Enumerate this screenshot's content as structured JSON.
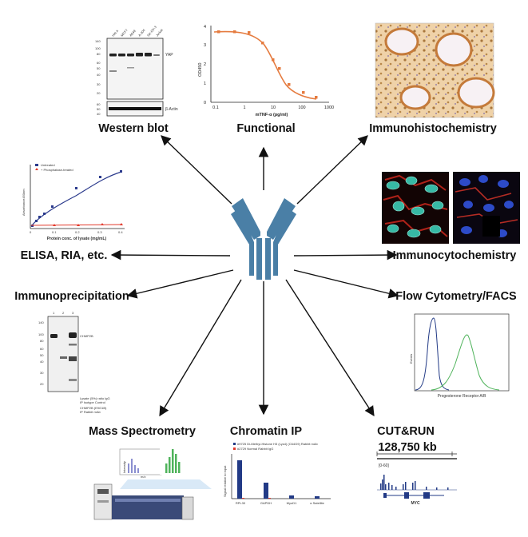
{
  "labels": {
    "western_blot": "Western blot",
    "functional": "Functional",
    "immunohistochemistry": "Immunohistochemistry",
    "elisa": "ELISA, RIA, etc.",
    "immunocytochemistry": "Immunocytochemistry",
    "immunoprecipitation": "Immunoprecipitation",
    "flow_cytometry": "Flow Cytometry/FACS",
    "mass_spectrometry": "Mass Spectrometry",
    "chromatin_ip": "Chromatin IP",
    "cut_run": "CUT&RUN"
  },
  "western": {
    "lanes": [
      "HeLa",
      "MCF7",
      "A549",
      "A-204",
      "SK-OV-3",
      "Jurkat"
    ],
    "mw": [
      "140",
      "100",
      "80",
      "60",
      "50",
      "40",
      "30",
      "20"
    ],
    "mw2": [
      "60",
      "50",
      "40"
    ],
    "band_label": "YAP",
    "band_label2": "β-Actin"
  },
  "functional": {
    "xlabel": "mTNF-α (pg/ml)",
    "ylabel": "OD450",
    "yticks": [
      "0",
      "1",
      "2",
      "3",
      "4"
    ],
    "xticks": [
      "0.1",
      "1",
      "10",
      "100",
      "1000"
    ]
  },
  "elisa": {
    "legend": [
      "Untreated",
      "+ Phosphatase-treated"
    ],
    "xlabel": "Protein conc. of lysate (mg/mL)",
    "ylabel": "Absorbance450nm",
    "xticks": [
      "0",
      "0.1",
      "0.2",
      "0.3",
      "0.4"
    ]
  },
  "ip": {
    "lanes": [
      "1",
      "2",
      "3"
    ],
    "band_label": "CHMP2B",
    "mw": [
      "140",
      "100",
      "80",
      "60",
      "50",
      "40",
      "30",
      "20"
    ],
    "row_labels": [
      "Lysate (5%) ratio IgG",
      "IP Isotype Control",
      "CHMP2B (E9G1B)",
      "IP Rabbit mAb"
    ]
  },
  "flow": {
    "xlabel": "Progesterone Receptor A/B",
    "ylabel": "Events"
  },
  "mass_spec": {
    "ylabel": "Intensity",
    "xlabel": "m/z"
  },
  "chip": {
    "legend": [
      "#9725 Di-Methyl-Histone H3 (Lys4) (C64G9) Rabbit mAb",
      "#2729 Normal Rabbit IgG"
    ],
    "ylabel": "Signal relative to input",
    "categories": [
      "RPL30",
      "GAPDH",
      "MyoD1",
      "α Satellite"
    ]
  },
  "cutrun": {
    "coordinate": "128,750 kb",
    "range": "[0-60]",
    "gene": "MYC"
  },
  "colors": {
    "antibody": "#4a7fa6",
    "navy": "#223a86",
    "orange": "#e57b3f",
    "green": "#4fb35b"
  }
}
